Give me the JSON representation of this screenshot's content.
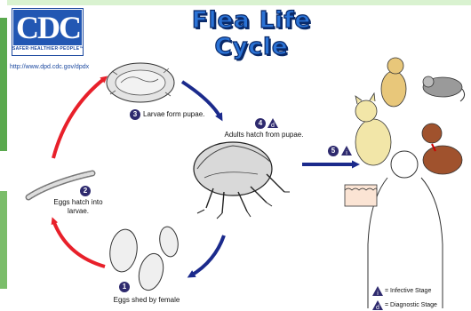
{
  "header": {
    "logo_text": "CDC",
    "logo_tagline": "SAFER·HEALTHIER·PEOPLE™",
    "url": "http://www.dpd.cdc.gov/dpdx",
    "title": "Flea Life Cycle"
  },
  "stages": [
    {
      "number": "1",
      "label": "Eggs shed by female"
    },
    {
      "number": "2",
      "label": "Eggs hatch into larvae."
    },
    {
      "number": "3",
      "label": "Larvae form pupae."
    },
    {
      "number": "4",
      "badge": "d",
      "label": "Adults hatch from pupae."
    },
    {
      "number": "5",
      "badge": "i",
      "label": ""
    }
  ],
  "legend": [
    {
      "badge": "i",
      "label": "= Infective Stage"
    },
    {
      "badge": "d",
      "label": "= Diagnostic Stage"
    }
  ],
  "colors": {
    "red_arrow": "#e8202a",
    "blue_arrow": "#1b2a8c",
    "badge": "#2e2a6e",
    "title_fill": "#2b73d6",
    "cdc_blue": "#2257b3",
    "sidebar_green": "#5aa94e"
  }
}
